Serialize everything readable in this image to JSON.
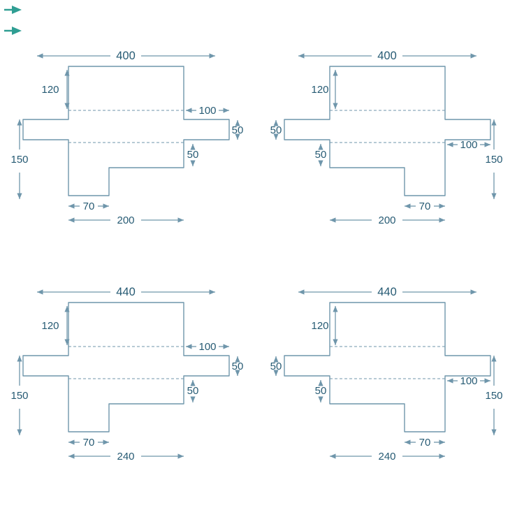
{
  "page": {
    "background": "#ffffff",
    "line_color": "#6f96ab",
    "text_color": "#275b74",
    "accent_teal": "#2f9e93"
  },
  "diagrams": [
    {
      "id": "top-left",
      "variant": "foot-left",
      "labels": {
        "top_width": "400",
        "back_height": "120",
        "side_height": "150",
        "arm_length": "100",
        "arm_width": "50",
        "seat_drop": "50",
        "foot_width": "70",
        "bottom_width": "200"
      }
    },
    {
      "id": "top-right",
      "variant": "foot-right",
      "labels": {
        "top_width": "400",
        "back_height": "120",
        "side_height": "150",
        "arm_length": "100",
        "arm_width": "50",
        "seat_drop": "50",
        "foot_width": "70",
        "bottom_width": "200"
      }
    },
    {
      "id": "bottom-left",
      "variant": "foot-left",
      "labels": {
        "top_width": "440",
        "back_height": "120",
        "side_height": "150",
        "arm_length": "100",
        "arm_width": "50",
        "seat_drop": "50",
        "foot_width": "70",
        "bottom_width": "240"
      }
    },
    {
      "id": "bottom-right",
      "variant": "foot-right",
      "labels": {
        "top_width": "440",
        "back_height": "120",
        "side_height": "150",
        "arm_length": "100",
        "arm_width": "50",
        "seat_drop": "50",
        "foot_width": "70",
        "bottom_width": "240"
      }
    }
  ]
}
